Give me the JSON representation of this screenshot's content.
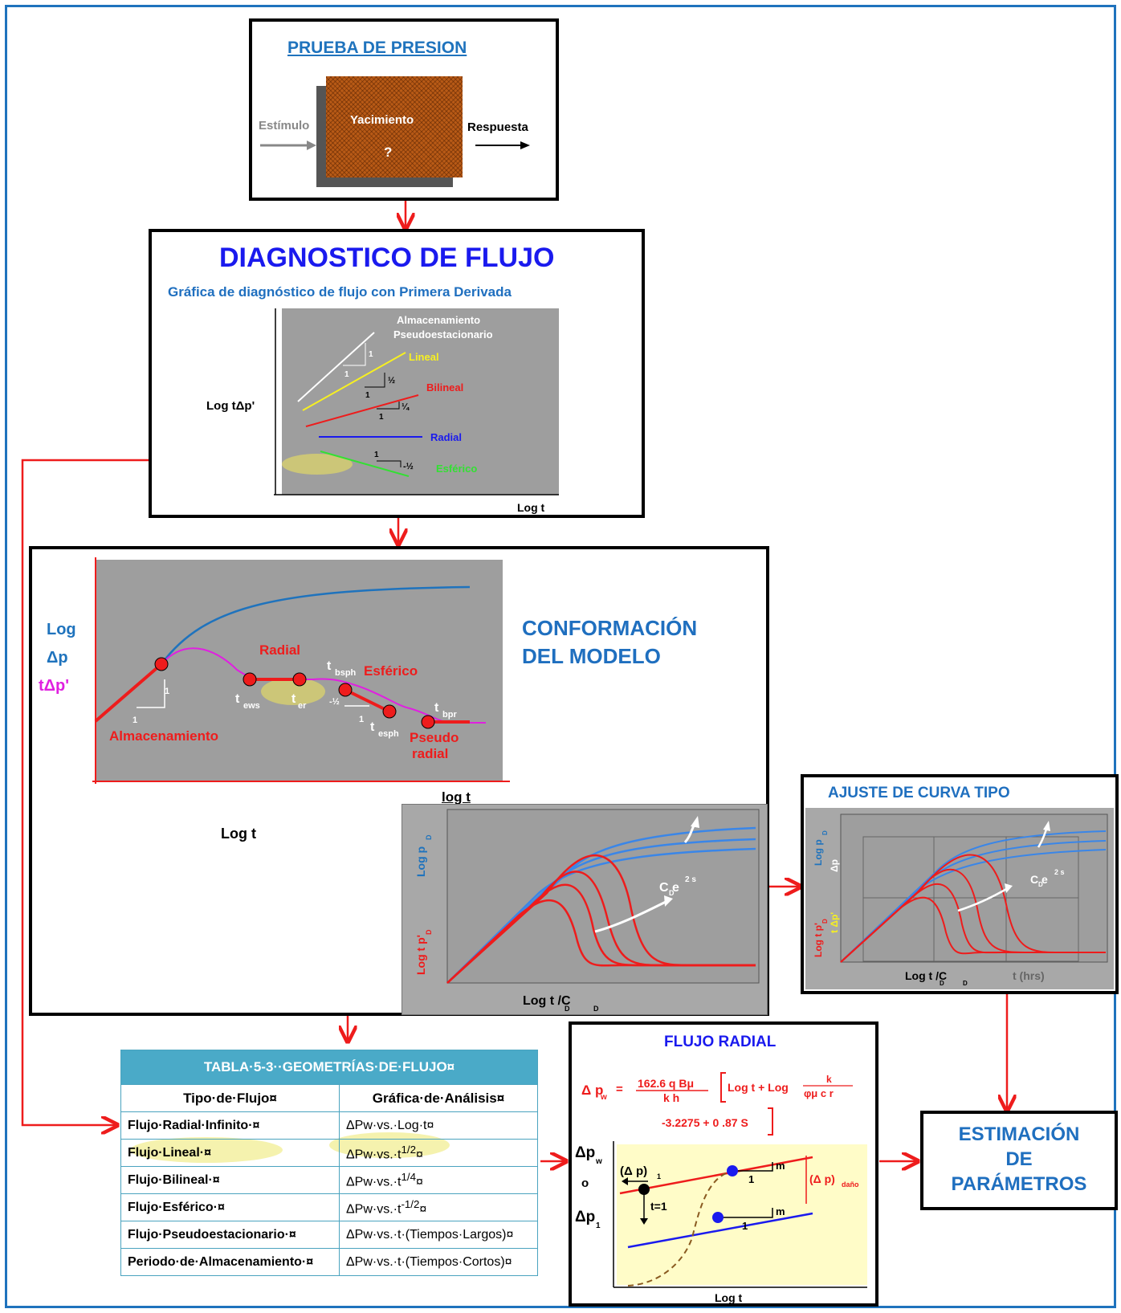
{
  "prueba": {
    "title": "PRUEBA DE PRESION",
    "estimulo": "Estímulo",
    "yacimiento": "Yacimiento",
    "question": "?",
    "respuesta": "Respuesta"
  },
  "diagnostico": {
    "title": "DIAGNOSTICO DE FLUJO",
    "subtitle": "Gráfica de diagnóstico de flujo con Primera Derivada",
    "ylabel": "Log tΔp'",
    "xlabel": "Log t",
    "lines": {
      "almacenamiento": "Almacenamiento",
      "pseudo": "Pseudoestacionario",
      "lineal": "Lineal",
      "bilineal": "Bilineal",
      "radial": "Radial",
      "esferico": "Esférico"
    },
    "slopes": {
      "one": "1",
      "half": "½",
      "quarter": "¼",
      "neg_half": "-½"
    }
  },
  "conformacion": {
    "title1": "CONFORMACIÓN",
    "title2": "DEL MODELO",
    "y_log": "Log",
    "y_dp": "Δp",
    "y_tdp": "tΔp'",
    "labels": {
      "radial": "Radial",
      "esferico": "Esférico",
      "almacenamiento": "Almacenamiento",
      "pseudo1": "Pseudo",
      "pseudo2": "radial",
      "one": "1",
      "neg_half": "-½"
    },
    "times": {
      "t": "t",
      "ews": "ews",
      "er": "er",
      "bsph": "bsph",
      "esph": "esph",
      "bpr": "bpr"
    },
    "xlabel_plot": "log t",
    "xlabel_below": "Log t"
  },
  "typecurve": {
    "ylabel_top": "Log p",
    "ylabel_top_sub": "D",
    "ylabel_bot": "Log t p'",
    "ylabel_bot_sub1": "D",
    "ylabel_bot_sub2": "D",
    "param": "C e",
    "param_sub": "D",
    "param_sup": "2 s",
    "xlabel": "Log t /C",
    "x_sub1": "D",
    "x_sub2": "D"
  },
  "ajuste": {
    "title": "AJUSTE DE CURVA TIPO",
    "ylabel_top": "Log p",
    "ylabel_dp": "Δp",
    "ylabel_bot": "Log t p'",
    "ylabel_tdp": "t Δp'",
    "sub_d": "D",
    "param": "C e",
    "param_sub": "D",
    "param_sup": "2 s",
    "xlabel": "Log t /C",
    "x_sub": "D",
    "xlabel2": "t (hrs)"
  },
  "tabla": {
    "title": "TABLA·5-3··GEOMETRÍAS·DE·FLUJO¤",
    "headers": [
      "Tipo·de·Flujo¤",
      "Gráfica·de·Análisis¤"
    ],
    "rows": [
      {
        "tipo": "Flujo·Radial·Infinito·¤",
        "grafica": "ΔPw·vs.·Log·t¤",
        "sup": ""
      },
      {
        "tipo": "Flujo·Lineal·¤",
        "grafica": "ΔPw·vs.·t",
        "sup": "1/2"
      },
      {
        "tipo": "Flujo·Bilineal·¤",
        "grafica": "ΔPw·vs.·t",
        "sup": "1/4"
      },
      {
        "tipo": "Flujo·Esférico·¤",
        "grafica": "ΔPw·vs.·t",
        "sup": "-1/2"
      },
      {
        "tipo": "Flujo·Pseudoestacionario·¤",
        "grafica": "ΔPw·vs.·t·(Tiempos·Largos)¤",
        "sup": ""
      },
      {
        "tipo": "Periodo·de·Almacenamiento·¤",
        "grafica": "ΔPw·vs.·t·(Tiempos·Cortos)¤",
        "sup": ""
      }
    ],
    "tail": "¤"
  },
  "radial": {
    "title": "FLUJO RADIAL",
    "eq_lhs": "Δ p",
    "eq_lhs_sub": "w",
    "eq_num": "162.6 q Bμ",
    "eq_den": "k h",
    "eq_log": "Log t + Log",
    "eq_k": "k",
    "eq_phi": "φμ c r",
    "eq_const": "-3.2275 + 0 .87 S",
    "y1": "Δp",
    "y1_sub": "w",
    "y_o": "o",
    "y2": "Δp",
    "y2_sub": "1",
    "dp1": "(Δ p)",
    "dp1_sub": "1",
    "t1": "t=1",
    "dano": "(Δ p)",
    "dano_sub": "daño",
    "m": "m",
    "one": "1",
    "xlabel": "Log t"
  },
  "estimacion": {
    "l1": "ESTIMACIÓN",
    "l2": "DE",
    "l3": "PARÁMETROS"
  },
  "colors": {
    "red": "#ee1c1c",
    "blue": "#1f6fbf",
    "gray": "#9a9a9a",
    "navy": "#1a1aee"
  }
}
